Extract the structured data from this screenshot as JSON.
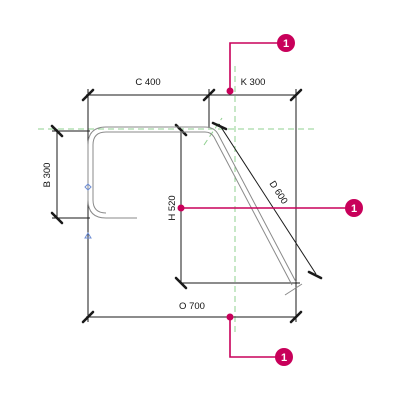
{
  "colors": {
    "line": "#1a1a1a",
    "outline": "#8a8a8a",
    "center_line": "#8fd08f",
    "grip": "#6f8fd6",
    "callout": "#c8005a",
    "callout_text": "#ffffff"
  },
  "dimensions": {
    "c": "C 400",
    "k": "K 300",
    "b": "B 300",
    "h": "H 520",
    "d": "D 600",
    "o": "O 700"
  },
  "callouts": {
    "top": "1",
    "middle": "1",
    "bottom": "1"
  }
}
